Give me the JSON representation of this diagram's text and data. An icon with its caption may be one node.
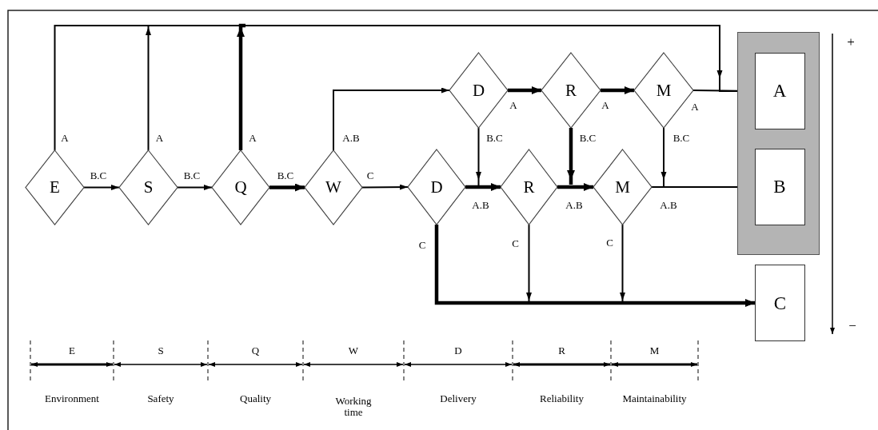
{
  "diagram": {
    "nodes": [
      {
        "text": [
          "E"
        ]
      },
      {
        "text": [
          "S"
        ]
      },
      {
        "text": [
          "Q"
        ]
      },
      {
        "text": [
          "W"
        ]
      },
      {
        "text": [
          "D"
        ]
      },
      {
        "text": [
          "R"
        ]
      },
      {
        "text": [
          "M"
        ]
      },
      {
        "text": [
          "D"
        ]
      },
      {
        "text": [
          "R"
        ]
      },
      {
        "text": [
          "M"
        ]
      },
      {
        "text": [],
        "shape": "box"
      },
      {
        "text": [
          "A"
        ],
        "in": 10
      },
      {
        "text": [
          "B"
        ],
        "in": 10
      },
      {
        "text": [
          "C"
        ]
      }
    ],
    "edges": [
      {
        "from": 0,
        "to": 1,
        "arrow": "to",
        "label": "B.C"
      },
      {
        "from": 1,
        "to": 2,
        "arrow": "to",
        "label": "B.C"
      },
      {
        "from": 2,
        "to": 3,
        "arrow": "to",
        "label": "B.C",
        "style": "thick"
      },
      {
        "from": 3,
        "to": 7,
        "arrow": "to",
        "label": "C"
      },
      {
        "from": 0,
        "to": 11,
        "arrow": "to",
        "label": "A"
      },
      {
        "from": 1,
        "to": 11,
        "arrow": "to",
        "label": "A"
      },
      {
        "from": 2,
        "to": 11,
        "arrow": "to",
        "label": "A",
        "style": "thick"
      },
      {
        "from": 3,
        "to": 4,
        "arrow": "to",
        "label": "A.B"
      },
      {
        "from": 4,
        "to": 5,
        "arrow": "to",
        "label": "A",
        "style": "thick"
      },
      {
        "from": 5,
        "to": 6,
        "arrow": "to",
        "label": "A",
        "style": "thick"
      },
      {
        "from": 6,
        "to": 11,
        "arrow": "to",
        "label": "A"
      },
      {
        "from": 4,
        "to": 8,
        "arrow": "to",
        "label": "B.C"
      },
      {
        "from": 5,
        "to": 9,
        "arrow": "to",
        "label": "B.C",
        "style": "thick"
      },
      {
        "from": 6,
        "to": 12,
        "arrow": "to",
        "label": "B.C"
      },
      {
        "from": 7,
        "to": 8,
        "arrow": "to",
        "label": "A.B",
        "style": "thick"
      },
      {
        "from": 8,
        "to": 9,
        "arrow": "to",
        "label": "A.B",
        "style": "thick"
      },
      {
        "from": 9,
        "to": 12,
        "arrow": "to",
        "label": "A.B"
      },
      {
        "from": 7,
        "to": 13,
        "arrow": "to",
        "label": "C",
        "style": "thick"
      },
      {
        "from": 8,
        "to": 13,
        "arrow": "to",
        "label": "C"
      },
      {
        "from": 9,
        "to": 13,
        "arrow": "to",
        "label": "C"
      }
    ],
    "labels": [
      "E",
      "S",
      "Q",
      "W",
      "D",
      "R",
      "M",
      "Environment",
      "Safety",
      "Quality",
      "Working time",
      "Delivery",
      "Reliability",
      "Maintainability",
      "+",
      "−"
    ]
  }
}
